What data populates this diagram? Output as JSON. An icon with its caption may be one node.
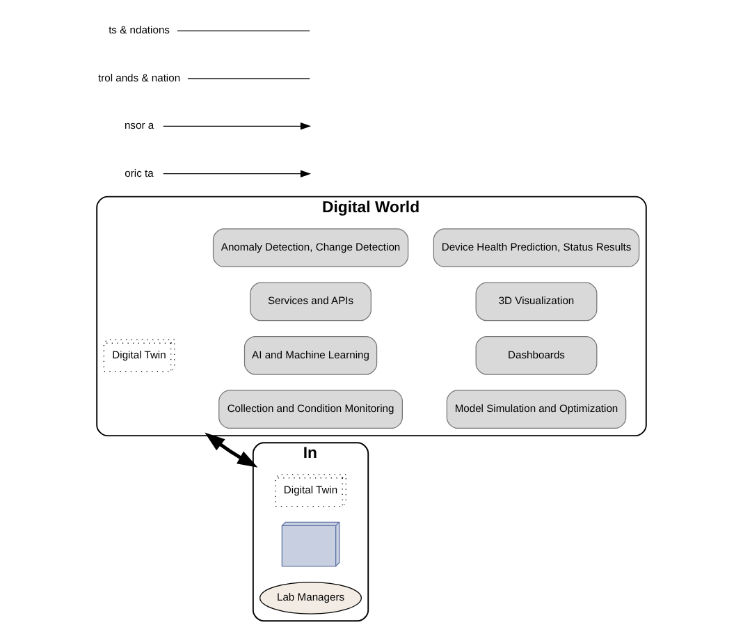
{
  "diagram": {
    "nodes": [
      {
        "text": [
          "Digital World"
        ]
      },
      {
        "text": [
          "Digital Twin"
        ],
        "in": 0
      },
      {
        "text": [
          "Collection and Condition Monitoring"
        ],
        "in": 0
      },
      {
        "text": [
          "Model Simulation and Optimization"
        ],
        "in": 0
      },
      {
        "text": [
          "AI and Machine Learning"
        ],
        "in": 0
      },
      {
        "text": [
          "Dashboards"
        ],
        "in": 0
      },
      {
        "text": [
          "Services and APIs"
        ],
        "in": 0
      },
      {
        "text": [
          "3D Visualization"
        ],
        "in": 0
      },
      {
        "text": [
          "Anomaly Detection, Change Detection"
        ],
        "in": 0
      },
      {
        "text": [
          "Device Health Prediction, Status Results"
        ],
        "in": 0
      },
      {
        "text": [
          "In"
        ]
      },
      {
        "text": [
          "Digital Twin"
        ],
        "in": 10
      },
      {
        "text": [],
        "shape": "picture",
        "in": 10
      },
      {
        "text": [
          "Lab Managers"
        ],
        "in": 10
      },
      {
        "text": [
          "oric ta"
        ]
      },
      {
        "text": [
          "nsor a"
        ]
      },
      {
        "text": [
          "trol ands & nation"
        ]
      },
      {
        "text": [
          "ts & ndations"
        ]
      }
    ],
    "edges": [
      {
        "from": 14,
        "to": null,
        "arrow": "to"
      },
      {
        "from": 15,
        "to": null,
        "arrow": "to"
      },
      {
        "from": 16,
        "to": null,
        "arrow": "none"
      },
      {
        "from": 17,
        "to": null,
        "arrow": "none"
      },
      {
        "from": 0,
        "to": 10,
        "arrow": "both",
        "style": "thick"
      }
    ]
  }
}
